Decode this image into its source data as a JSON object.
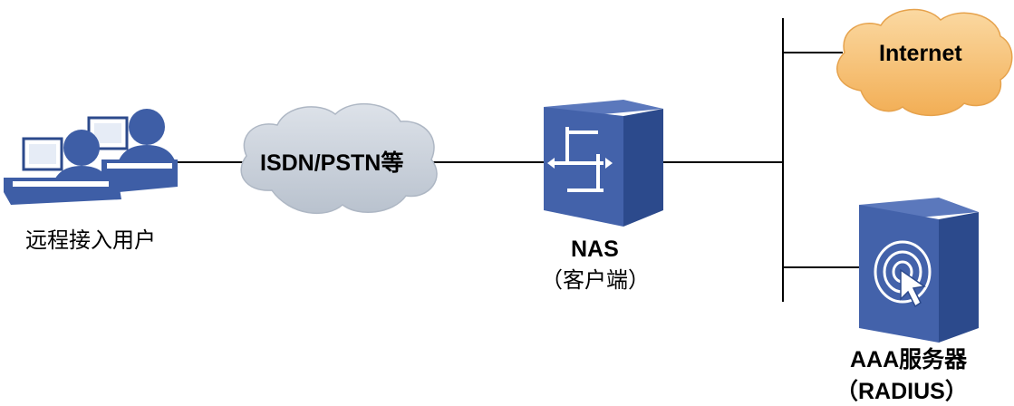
{
  "nodes": {
    "remote_users": {
      "label": "远程接入用户",
      "icon": "remote-users-icon"
    },
    "pstn_cloud": {
      "label": "ISDN/PSTN等",
      "icon": "gray-cloud-icon"
    },
    "nas": {
      "label": "NAS",
      "sublabel": "（客户端）",
      "icon": "nas-device-icon"
    },
    "internet": {
      "label": "Internet",
      "icon": "orange-cloud-icon"
    },
    "aaa_server": {
      "label": "AAA服务器",
      "sublabel": "（RADIUS）",
      "icon": "aaa-server-icon"
    }
  },
  "colors": {
    "device_blue": "#4060A8",
    "device_dark": "#2C4A8C",
    "gray_cloud": "#C9D0DA",
    "orange_cloud": "#F6C27A",
    "line": "#000000"
  }
}
